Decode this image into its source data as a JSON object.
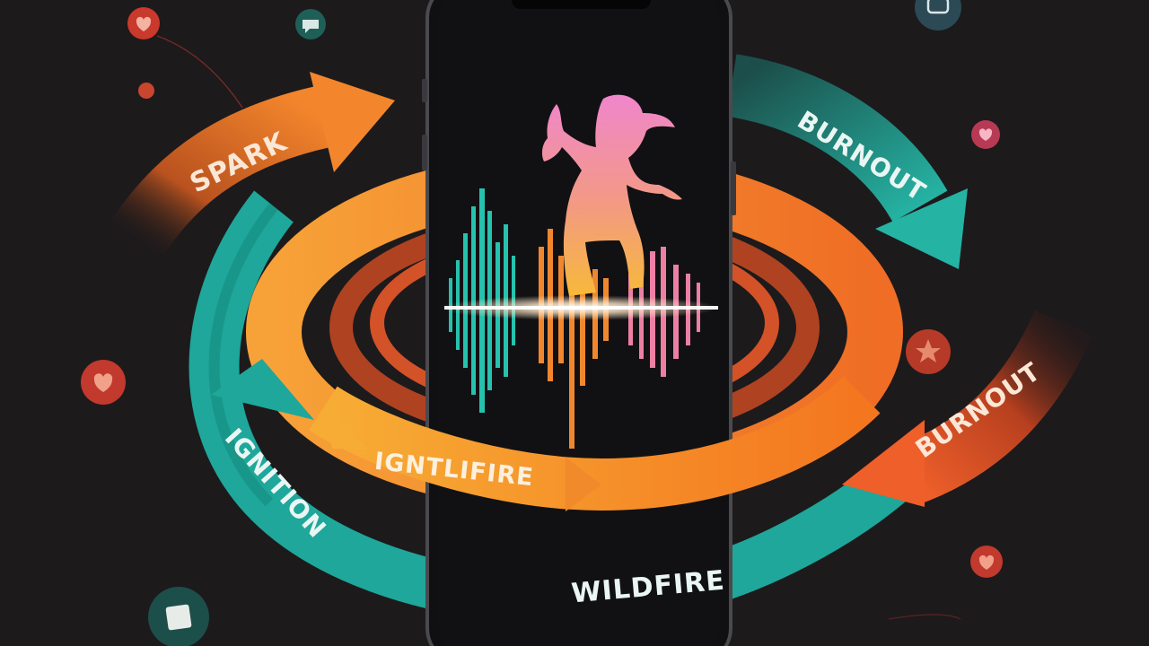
{
  "labels": {
    "spark": "SPARK",
    "burnout_top": "BURNOUT",
    "burnout_right": "BURNOUT",
    "ignition": "IGNITION",
    "ignitfire": "IGNTLIFIRE",
    "wildfire": "WILDFIRE"
  },
  "colors": {
    "background": "#1d1a1c",
    "orange": "#f08a2a",
    "deep_orange": "#e0572a",
    "teal": "#1ea79a",
    "pink": "#e98ac6",
    "phone_body": "#101012"
  },
  "icons": [
    "heart-icon",
    "star-icon",
    "chat-icon",
    "camera-icon",
    "note-icon"
  ]
}
